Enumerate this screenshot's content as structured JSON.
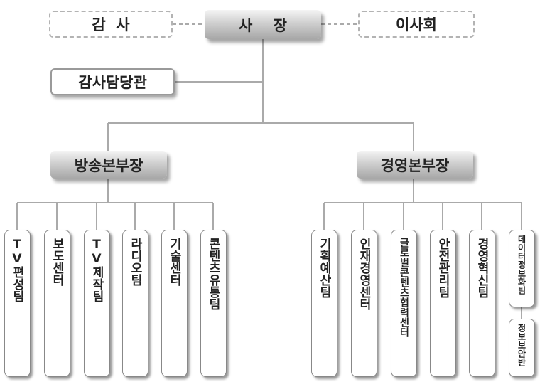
{
  "org": {
    "president": "사    장",
    "auditor": "감  사",
    "board": "이사회",
    "audit_officer": "감사담당관",
    "broadcast_hq": "방송본부장",
    "management_hq": "경영본부장",
    "broadcast_teams": [
      "TV편성팀",
      "보도센터",
      "TV제작팀",
      "라디오팀",
      "기술센터",
      "콘텐츠유통팀"
    ],
    "management_teams": [
      "기획예산팀",
      "인재경영센터",
      "글로벌콘텐츠협력센터",
      "안전관리팀",
      "경영혁신팀",
      "데이터정보화팀"
    ],
    "security_unit": "정보보안반"
  },
  "colors": {
    "line": "#aaaaaa",
    "gray_box_top": "#f4f4f4",
    "gray_box_bottom": "#a7a7a7",
    "text": "#222222"
  }
}
